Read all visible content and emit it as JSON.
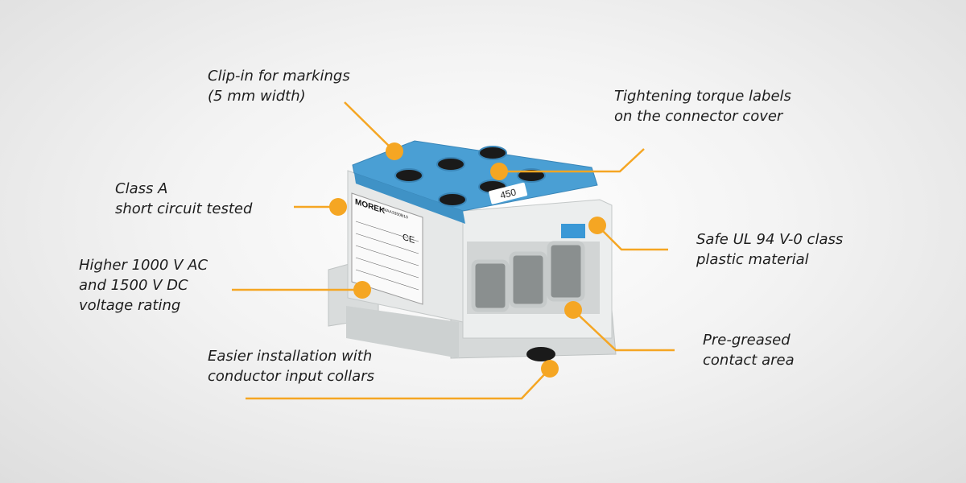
{
  "accent_color": "#f5a623",
  "product": {
    "brand": "MOREK",
    "model": "MAA3350B10",
    "cert_mark": "CE",
    "marker_tag": "450",
    "body_color": "#e4e6e6",
    "cover_color": "#4a9fd4"
  },
  "callouts": [
    {
      "id": "clip-in",
      "text": "Clip-in for markings\n(5 mm width)"
    },
    {
      "id": "torque-labels",
      "text": "Tightening torque labels\non the connector cover"
    },
    {
      "id": "class-a",
      "text": "Class A\nshort circuit tested"
    },
    {
      "id": "ul94",
      "text": "Safe UL 94 V-0 class\nplastic material"
    },
    {
      "id": "voltage",
      "text": "Higher 1000 V AC\nand 1500 V DC\nvoltage rating"
    },
    {
      "id": "pre-greased",
      "text": "Pre-greased\ncontact area"
    },
    {
      "id": "collars",
      "text": "Easier installation with\nconductor input collars"
    }
  ]
}
